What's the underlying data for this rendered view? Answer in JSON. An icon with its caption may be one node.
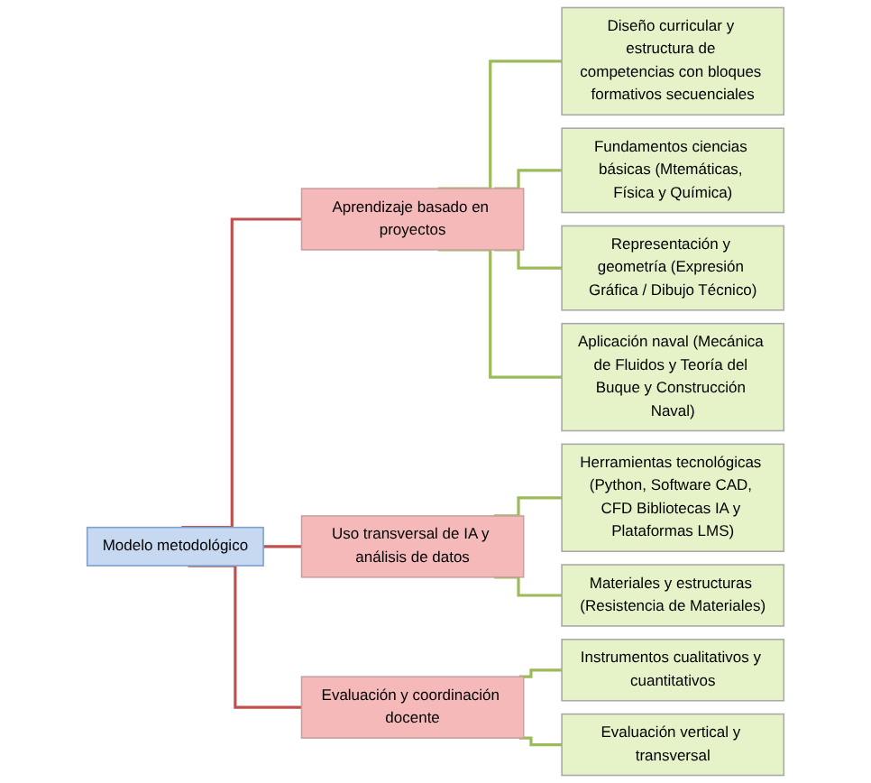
{
  "diagram": {
    "nodes": [
      {
        "text": [
          "Modelo metodológico"
        ]
      },
      {
        "text": [
          "Aprendizaje basado en proyectos"
        ]
      },
      {
        "text": [
          "Uso transversal de IA y análisis de datos"
        ]
      },
      {
        "text": [
          "Evaluación y coordinación docente"
        ]
      },
      {
        "text": [
          "Diseño curricular y estructura de competencias con bloques formativos secuenciales"
        ]
      },
      {
        "text": [
          "Fundamentos ciencias básicas (Mtemáticas, Física y Química)"
        ]
      },
      {
        "text": [
          "Representación y geometría (Expresión Gráfica / Dibujo Técnico)"
        ]
      },
      {
        "text": [
          "Aplicación naval (Mecánica de Fluidos y Teoría del Buque y Construcción Naval)"
        ]
      },
      {
        "text": [
          "Herramientas tecnológicas (Python, Software CAD, CFD Bibliotecas IA y Plataformas LMS)"
        ]
      },
      {
        "text": [
          "Materiales y estructuras (Resistencia de Materiales)"
        ]
      },
      {
        "text": [
          "Instrumentos cualitativos y cuantitativos"
        ]
      },
      {
        "text": [
          "Evaluación vertical y transversal"
        ]
      }
    ],
    "edges": [
      {
        "from": 0,
        "to": 1,
        "arrow": "none",
        "color": "#c0504d"
      },
      {
        "from": 0,
        "to": 2,
        "arrow": "none",
        "color": "#c0504d"
      },
      {
        "from": 0,
        "to": 3,
        "arrow": "none",
        "color": "#c0504d"
      },
      {
        "from": 1,
        "to": 4,
        "arrow": "none"
      },
      {
        "from": 1,
        "to": 5,
        "arrow": "none"
      },
      {
        "from": 1,
        "to": 6,
        "arrow": "none"
      },
      {
        "from": 1,
        "to": 7,
        "arrow": "none"
      },
      {
        "from": 2,
        "to": 8,
        "arrow": "none"
      },
      {
        "from": 2,
        "to": 9,
        "arrow": "none"
      },
      {
        "from": 3,
        "to": 10,
        "arrow": "none"
      },
      {
        "from": 3,
        "to": 11,
        "arrow": "none"
      }
    ]
  }
}
